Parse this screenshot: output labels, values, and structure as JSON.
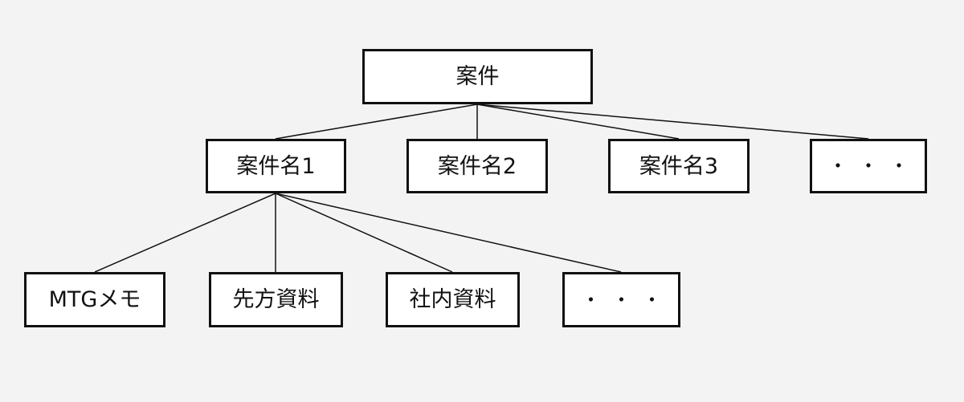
{
  "tree": {
    "root": {
      "label": "案件"
    },
    "children": [
      {
        "label": "案件名1"
      },
      {
        "label": "案件名2"
      },
      {
        "label": "案件名3"
      },
      {
        "label": "・・・"
      }
    ],
    "grandchildren": [
      {
        "label": "MTGメモ"
      },
      {
        "label": "先方資料"
      },
      {
        "label": "社内資料"
      },
      {
        "label": "・・・"
      }
    ]
  },
  "colors": {
    "background": "#f3f3f3",
    "node_fill": "#ffffff",
    "stroke": "#111111"
  }
}
